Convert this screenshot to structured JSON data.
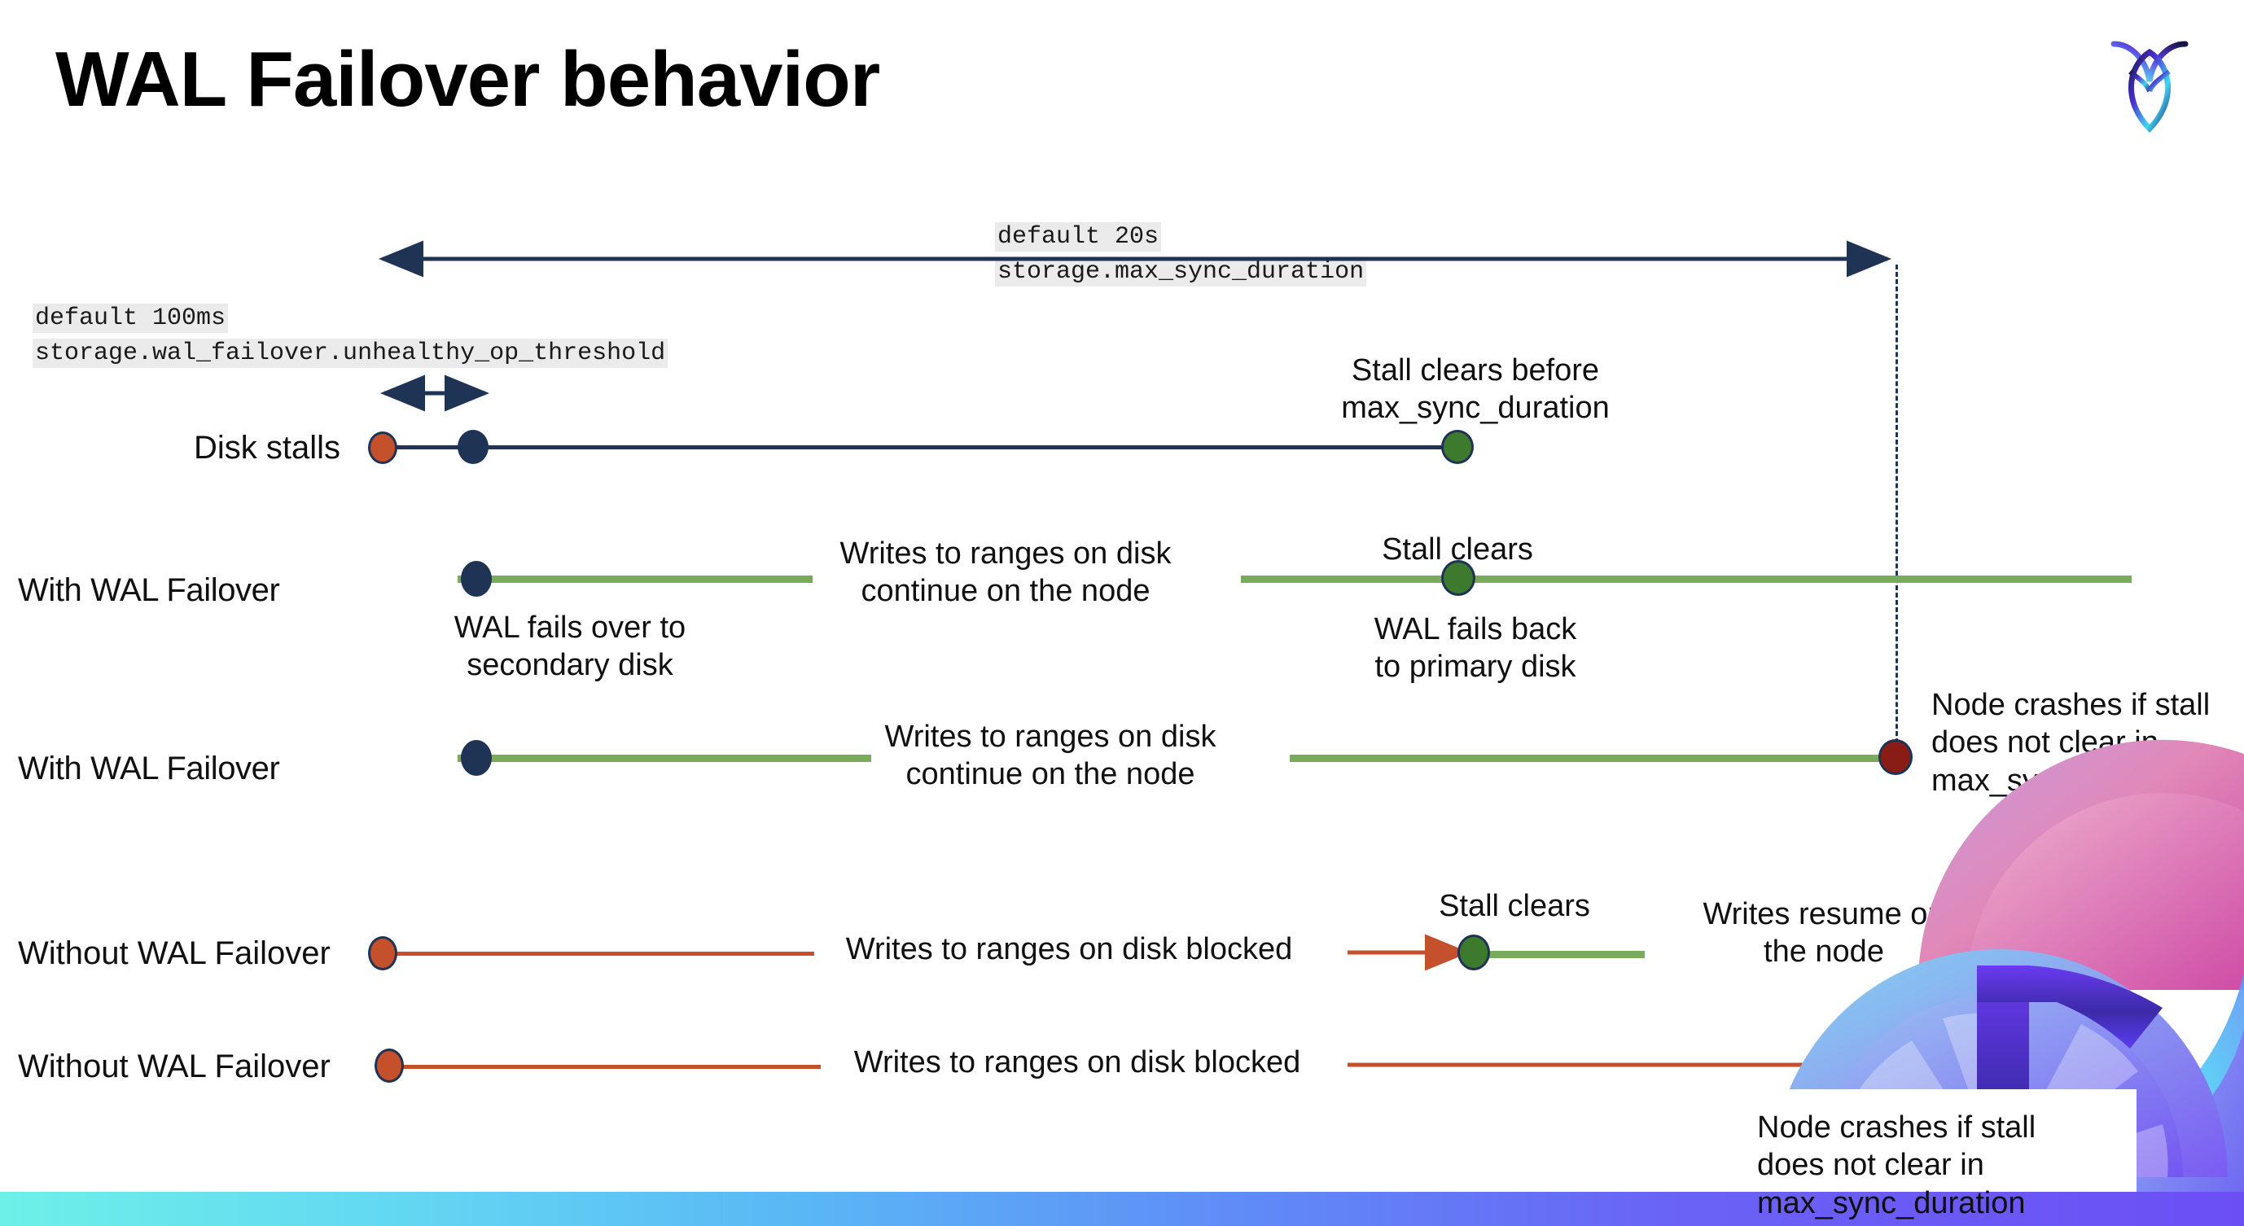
{
  "slide": {
    "title": "WAL Failover behavior",
    "logo_name": "cockroachdb-logo"
  },
  "settings": {
    "max_sync": {
      "default_text": "default 20s",
      "setting_name": "storage.max_sync_duration"
    },
    "unhealthy_op": {
      "default_text": "default 100ms",
      "setting_name": "storage.wal_failover.unhealthy_op_threshold"
    }
  },
  "rows": [
    {
      "label": "Disk stalls",
      "notes": [
        "Stall clears before\nmax_sync_duration"
      ]
    },
    {
      "label": "With WAL Failover",
      "notes": [
        "Writes to ranges on disk\ncontinue on the node",
        "Stall clears",
        "WAL fails over to\nsecondary disk",
        "WAL fails  back\nto primary disk"
      ]
    },
    {
      "label": "With WAL Failover",
      "notes": [
        "Writes to ranges on disk\ncontinue on the node",
        "Node crashes if stall\ndoes not clear in\nmax_sync_duration"
      ]
    },
    {
      "label": "Without WAL Failover",
      "notes": [
        "Writes to ranges on disk  blocked",
        "Stall clears",
        "Writes resume on\nthe node"
      ]
    },
    {
      "label": "Without WAL Failover",
      "notes": [
        "Writes to ranges on disk  blocked",
        "Node crashes if stall\ndoes not clear in\nmax_sync_duration"
      ]
    }
  ],
  "colors": {
    "navy": "#1f3354",
    "green_line": "#7aab5c",
    "green_dot": "#3e7a2e",
    "red_line": "#c4512c",
    "red_dot": "#c4512c",
    "dark_red_dot": "#8a1c16",
    "code_chip_bg": "#ebebeb"
  }
}
